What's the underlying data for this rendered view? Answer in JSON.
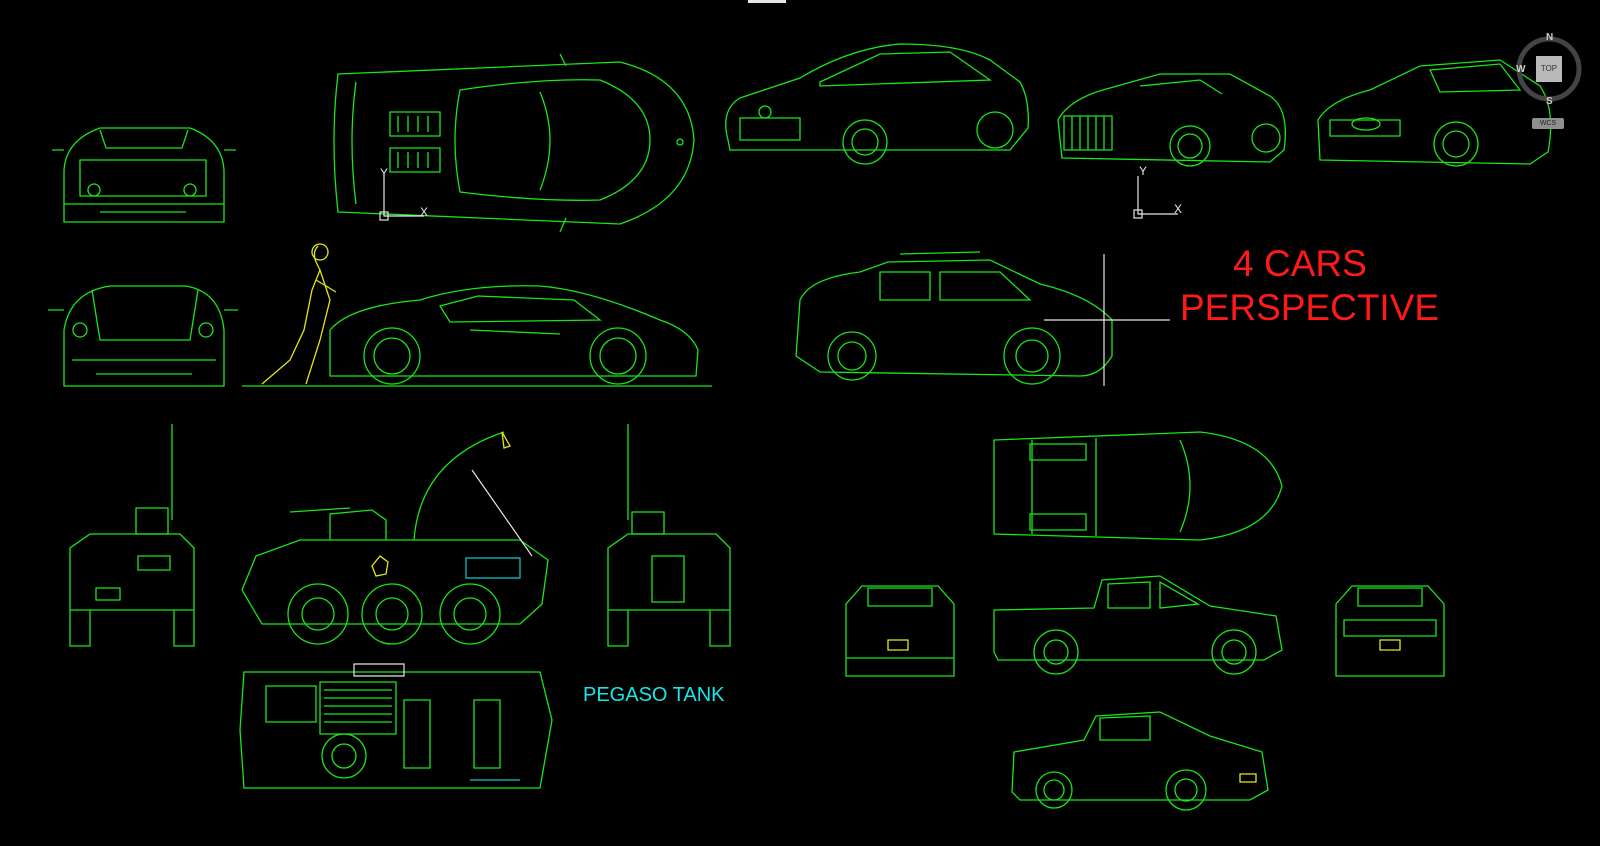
{
  "drawing": {
    "labels": {
      "cars_perspective": [
        "4 CARS",
        "PERSPECTIVE"
      ],
      "tank": "PEGASO TANK"
    },
    "ucs_icons": [
      {
        "x_label": "X",
        "y_label": "Y"
      },
      {
        "x_label": "X",
        "y_label": "Y"
      }
    ]
  },
  "viewcube": {
    "north": "N",
    "south": "S",
    "west": "W",
    "face": "TOP",
    "wcs": "WCS"
  },
  "colors": {
    "background": "#000000",
    "linework": "#19e619",
    "figure": "#e6e619",
    "annotation_red": "#ff1a1a",
    "annotation_cyan": "#19e6e6"
  }
}
